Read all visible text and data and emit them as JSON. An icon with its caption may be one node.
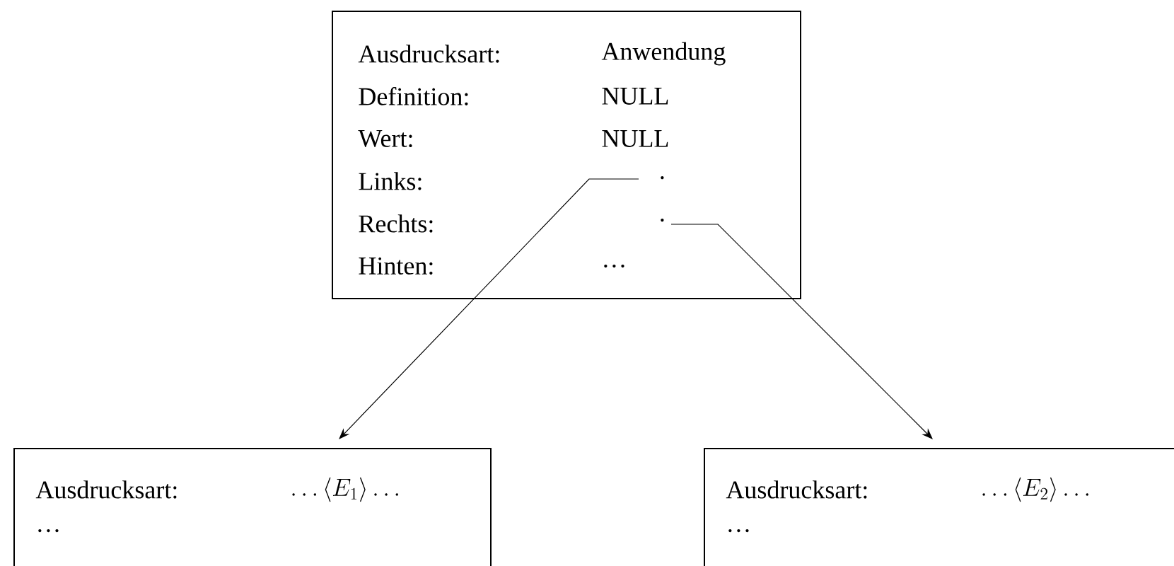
{
  "diagram": {
    "nodes": [
      {
        "text": [
          "Ausdrucksart:",
          "Anwendung",
          "Definition:",
          "NULL",
          "Wert:",
          "NULL",
          "Links:",
          "·",
          "Rechts:",
          "·",
          "Hinten:",
          "…"
        ]
      },
      {
        "text": [
          "Ausdrucksart:",
          "\\dots\\langle E_1\\rangle\\dots",
          "…"
        ]
      },
      {
        "text": [
          "Ausdrucksart:",
          "\\dots\\langle E_2\\rangle\\dots",
          "…"
        ]
      }
    ],
    "edges": [
      {
        "from": 0,
        "to": 1,
        "arrow": "to"
      },
      {
        "from": 0,
        "to": 2,
        "arrow": "to"
      }
    ]
  }
}
